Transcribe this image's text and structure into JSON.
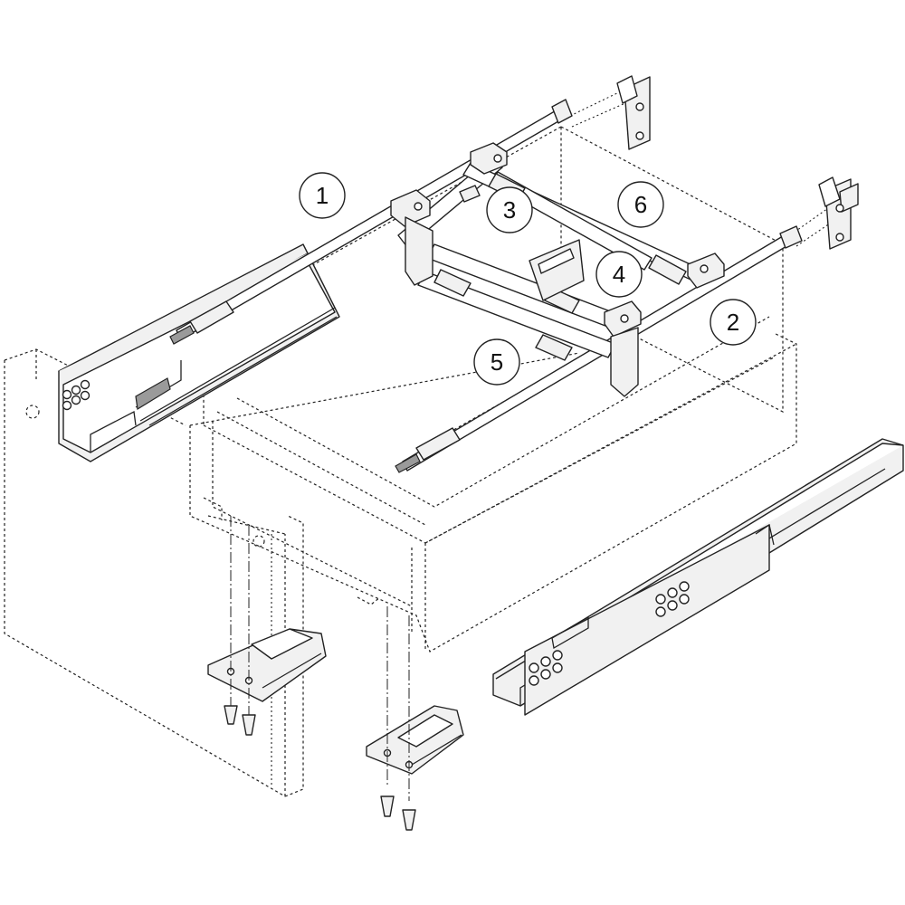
{
  "callouts": [
    {
      "id": "1",
      "label": "1"
    },
    {
      "id": "2",
      "label": "2"
    },
    {
      "id": "3",
      "label": "3"
    },
    {
      "id": "4",
      "label": "4"
    },
    {
      "id": "5",
      "label": "5"
    },
    {
      "id": "6",
      "label": "6"
    }
  ],
  "colors": {
    "line": "#222222",
    "fill": "#f1f1f1",
    "background": "#ffffff"
  }
}
